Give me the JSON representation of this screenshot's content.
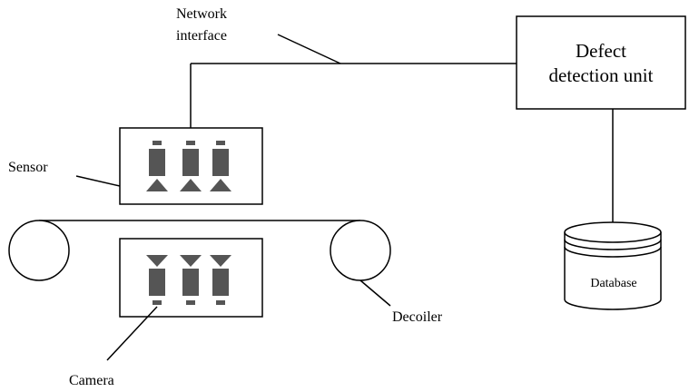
{
  "labels": {
    "network_interface_line1": "Network",
    "network_interface_line2": "interface",
    "defect_unit_line1": "Defect",
    "defect_unit_line2": "detection unit",
    "sensor": "Sensor",
    "decoiler": "Decoiler",
    "camera": "Camera",
    "database": "Database"
  }
}
